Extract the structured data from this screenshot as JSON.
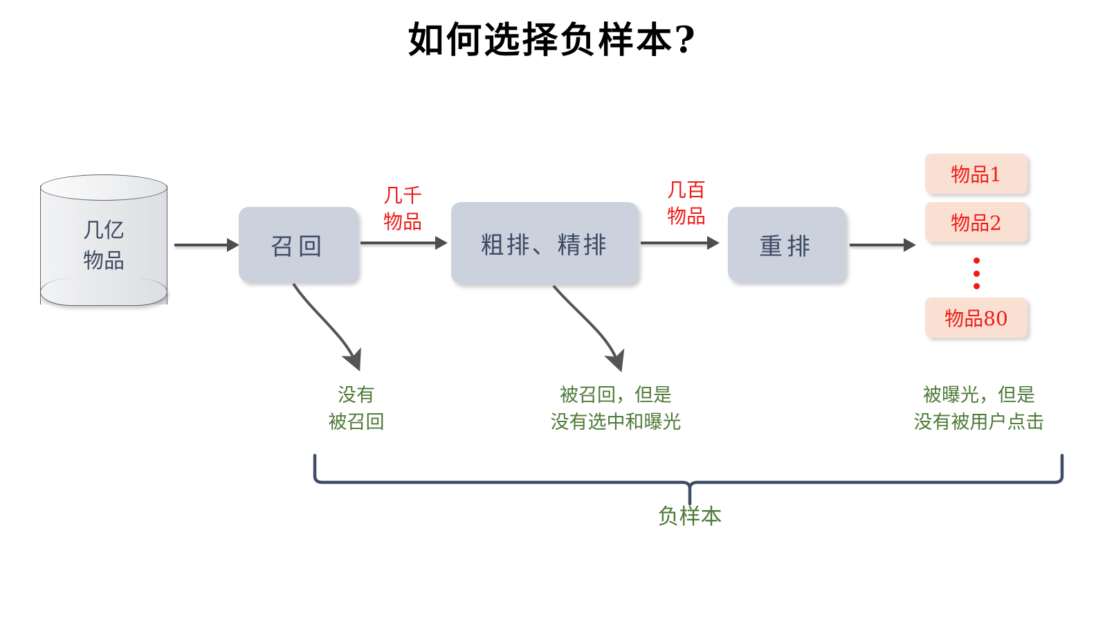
{
  "title": "如何选择负样本?",
  "source": {
    "name": "database-cylinder",
    "label_line1": "几亿",
    "label_line2": "物品"
  },
  "pipeline": {
    "stages": [
      {
        "id": "recall",
        "label": "召回"
      },
      {
        "id": "rank",
        "label": "粗排、精排"
      },
      {
        "id": "rerank",
        "label": "重排"
      }
    ],
    "flow_counts": [
      {
        "id": "count-thousands",
        "line1": "几千",
        "line2": "物品"
      },
      {
        "id": "count-hundreds",
        "line1": "几百",
        "line2": "物品"
      }
    ]
  },
  "results": {
    "items": [
      {
        "label": "物品1"
      },
      {
        "label": "物品2"
      },
      {
        "label": "物品80"
      }
    ],
    "ellipsis": "⋮"
  },
  "annotations": [
    {
      "id": "not-recalled",
      "line1": "没有",
      "line2": "被召回"
    },
    {
      "id": "recalled-not-shown",
      "line1": "被召回，但是",
      "line2": "没有选中和曝光"
    },
    {
      "id": "shown-not-clicked",
      "line1": "被曝光，但是",
      "line2": "没有被用户点击"
    }
  ],
  "brace": {
    "label": "负样本"
  },
  "colors": {
    "box_fill": "#ccd2dd",
    "box_text": "#3d4a63",
    "item_fill": "#fae0d2",
    "red": "#ee1b15",
    "green": "#4d7a37",
    "arrow": "#4d4d4d",
    "brace": "#3f4c66",
    "cylinder_stroke": "#5b5f66"
  }
}
